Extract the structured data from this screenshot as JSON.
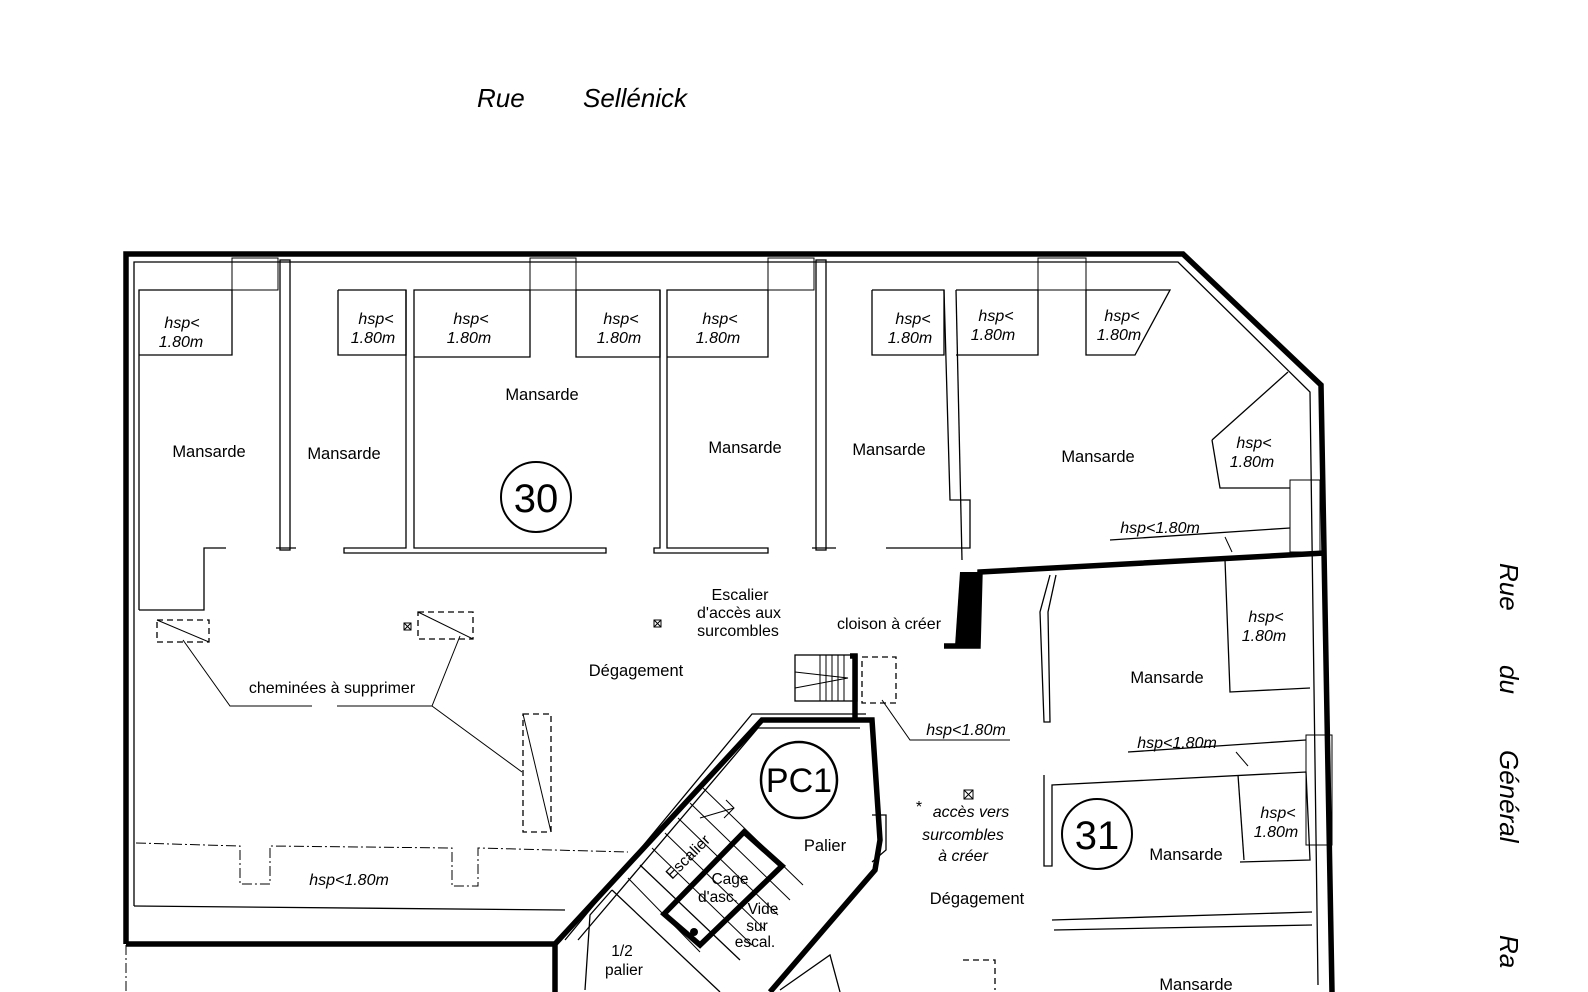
{
  "streets": {
    "top_word1": "Rue",
    "top_word2": "Sellénick",
    "right_word1": "Rue",
    "right_word2": "du",
    "right_word3": "Général",
    "right_word4": "Ra"
  },
  "units": {
    "unit30": "30",
    "unit31": "31",
    "pc1": "PC1"
  },
  "rooms": {
    "mansarde": "Mansarde",
    "degagement": "Dégagement",
    "palier": "Palier",
    "half_palier_1": "1/2",
    "half_palier_2": "palier",
    "cage_1": "Cage",
    "cage_2": "d'asc.",
    "vide_1": "Vide",
    "vide_2": "sur",
    "vide_3": "escal.",
    "escalier": "Escalier"
  },
  "hsp": {
    "line1": "hsp<",
    "line2": "1.80m",
    "inline": "hsp<1.80m"
  },
  "notes": {
    "stair_access_1": "Escalier",
    "stair_access_2": "d'accès aux",
    "stair_access_3": "surcombles",
    "cloison": "cloison à créer",
    "chimneys": "cheminées à supprimer",
    "access_star": "*",
    "access_1": "accès vers",
    "access_2": "surcombles",
    "access_3": "à créer"
  }
}
